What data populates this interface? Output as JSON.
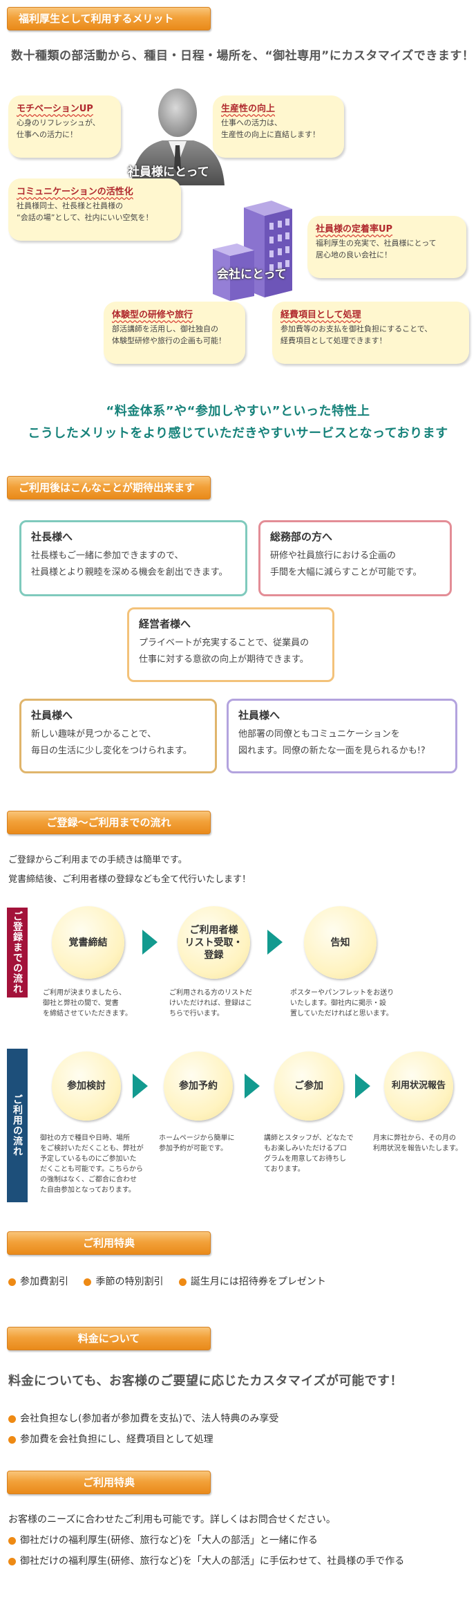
{
  "merit": {
    "header": "福利厚生として利用するメリット",
    "subtitle": "数十種類の部活動から、種目・日程・場所を、“御社専用”にカスタマイズできます！",
    "employee_label": "社員様にとって",
    "company_label": "会社にとって",
    "bubbles": [
      {
        "title": "モチベーションUP",
        "desc": "心身のリフレッシュが、\n仕事への活力に！"
      },
      {
        "title": "生産性の向上",
        "desc": "仕事への活力は、\n生産性の向上に直結します！"
      },
      {
        "title": "コミュニケーションの活性化",
        "desc": "社員様同士、社長様と社員様の\n“会話の場”として、社内にいい空気を！"
      },
      {
        "title": "社員様の定着率UP",
        "desc": "福利厚生の充実で、社員様にとって\n居心地の良い会社に！"
      },
      {
        "title": "体験型の研修や旅行",
        "desc": "部活講師を活用し、御社独自の\n体験型研修や旅行の企画も可能！"
      },
      {
        "title": "経費項目として処理",
        "desc": "参加費等のお支払を御社負担にすることで、\n経費項目として処理できます！"
      }
    ],
    "conclusion_line1": "“料金体系”や“参加しやすい”といった特性上",
    "conclusion_line2": "こうしたメリットをより感じていただきやすいサービスとなっております"
  },
  "expect": {
    "header": "ご利用後はこんなことが期待出来ます",
    "cards": [
      {
        "title": "社長様へ",
        "desc": "社長様もご一緒に参加できますので、\n社員様とより親睦を深める機会を創出できます。"
      },
      {
        "title": "総務部の方へ",
        "desc": "研修や社員旅行における企画の\n手間を大幅に減らすことが可能です。"
      },
      {
        "title": "経営者様へ",
        "desc": "プライベートが充実することで、従業員の\n仕事に対する意欲の向上が期待できます。"
      },
      {
        "title": "社員様へ",
        "desc": "新しい趣味が見つかることで、\n毎日の生活に少し変化をつけられます。"
      },
      {
        "title": "社員様へ",
        "desc": "他部署の同僚ともコミュニケーションを\n図れます。同僚の新たな一面を見られるかも!?"
      }
    ]
  },
  "flow": {
    "header": "ご登録～ご利用までの流れ",
    "intro1": "ご登録からご利用までの手続きは簡単です。",
    "intro2": "覚書締結後、ご利用者様の登録なども全て代行いたします！",
    "registration": {
      "label": "ご登録までの流れ",
      "steps": [
        {
          "title": "覚書締結",
          "desc": "ご利用が決まりましたら、\n御社と弊社の間で、覚書\nを締結させていただきます。"
        },
        {
          "title": "ご利用者様\nリスト受取・\n登録",
          "desc": "ご利用される方のリストだ\nけいただければ、登録はこ\nちらで行います。"
        },
        {
          "title": "告知",
          "desc": "ポスターやパンフレットをお送り\nいたします。御社内に掲示・設\n置していただければと思います。"
        }
      ]
    },
    "usage": {
      "label": "ご利用の流れ",
      "steps": [
        {
          "title": "参加検討",
          "desc": "御社の方で種目や日時、場所\nをご検討いただくことも、弊社が\n予定しているものにご参加いた\nだくことも可能です。こちらから\nの強制はなく、ご都合に合わせ\nた自由参加となっております。"
        },
        {
          "title": "参加予約",
          "desc": "ホームページから簡単に\n参加予約が可能です。"
        },
        {
          "title": "ご参加",
          "desc": "講師とスタッフが、どなたで\nもお楽しみいただけるプロ\nグラムを用意してお待ちし\nております。"
        },
        {
          "title": "利用状況報告",
          "desc": "月末に弊社から、その月の\n利用状況を報告いたします。"
        }
      ]
    }
  },
  "benefits": {
    "header": "ご利用特典",
    "items": [
      "参加費割引",
      "季節の特別割引",
      "誕生月には招待券をプレゼント"
    ]
  },
  "pricing": {
    "header": "料金について",
    "subtitle": "料金についても、お客様のご要望に応じたカスタマイズが可能です！",
    "items": [
      "会社負担なし(参加者が参加費を支払)で、法人特典のみ享受",
      "参加費を会社負担にし、経費項目として処理"
    ]
  },
  "benefits2": {
    "header": "ご利用特典",
    "intro": "お客様のニーズに合わせたご利用も可能です。詳しくはお問合せください。",
    "items": [
      "御社だけの福利厚生(研修、旅行など)を「大人の部活」と一緒に作る",
      "御社だけの福利厚生(研修、旅行など)を「大人の部活」に手伝わせて、社員様の手で作る"
    ]
  },
  "colors": {
    "accent_orange": "#f2a13a",
    "teal": "#16827a",
    "crimson": "#a3123a",
    "navy": "#1d4f7a"
  }
}
